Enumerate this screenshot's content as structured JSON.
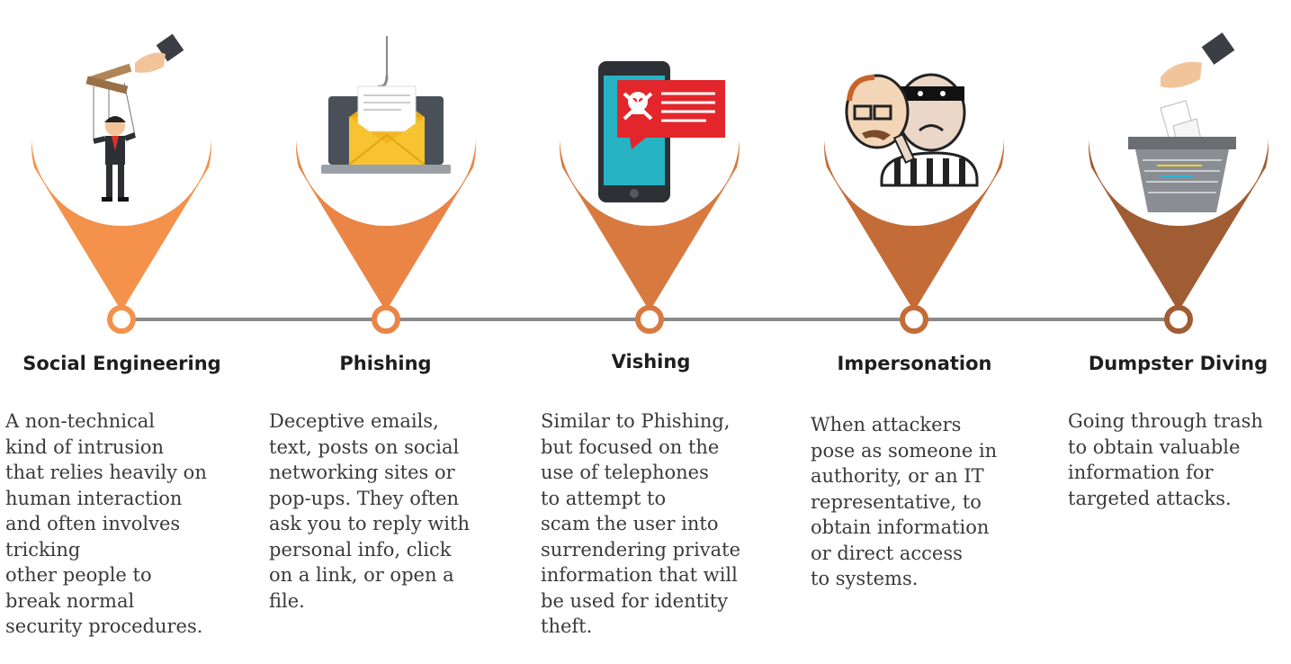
{
  "colors": {
    "timeline": "#8a8a8a",
    "pins": [
      "#f4924b",
      "#ea8546",
      "#d87a40",
      "#c46c38",
      "#a05c32"
    ]
  },
  "items": [
    {
      "title": "Social Engineering",
      "icon": "puppet-master-icon",
      "description": "A non-technical\nkind of intrusion\nthat relies heavily on\nhuman interaction\nand often involves\ntricking\nother people to\nbreak normal\nsecurity procedures."
    },
    {
      "title": "Phishing",
      "icon": "phishing-email-icon",
      "description": "Deceptive emails,\ntext, posts on social\nnetworking sites or\npop-ups. They often\nask you to reply with\npersonal info, click\non a link, or open a\nfile."
    },
    {
      "title": "Vishing",
      "icon": "phone-scam-icon",
      "description": "Similar to Phishing,\nbut focused on the\nuse of telephones\nto attempt to\nscam the user into\nsurrendering private\ninformation that will\nbe used for identity\ntheft."
    },
    {
      "title": "Impersonation",
      "icon": "impersonation-mask-icon",
      "description": "When attackers\npose as someone in\nauthority, or an IT\nrepresentative, to\nobtain information\nor direct access\nto systems."
    },
    {
      "title": "Dumpster Diving",
      "icon": "trash-bin-icon",
      "description": "Going through trash\nto obtain valuable\ninformation for\ntargeted attacks."
    }
  ]
}
